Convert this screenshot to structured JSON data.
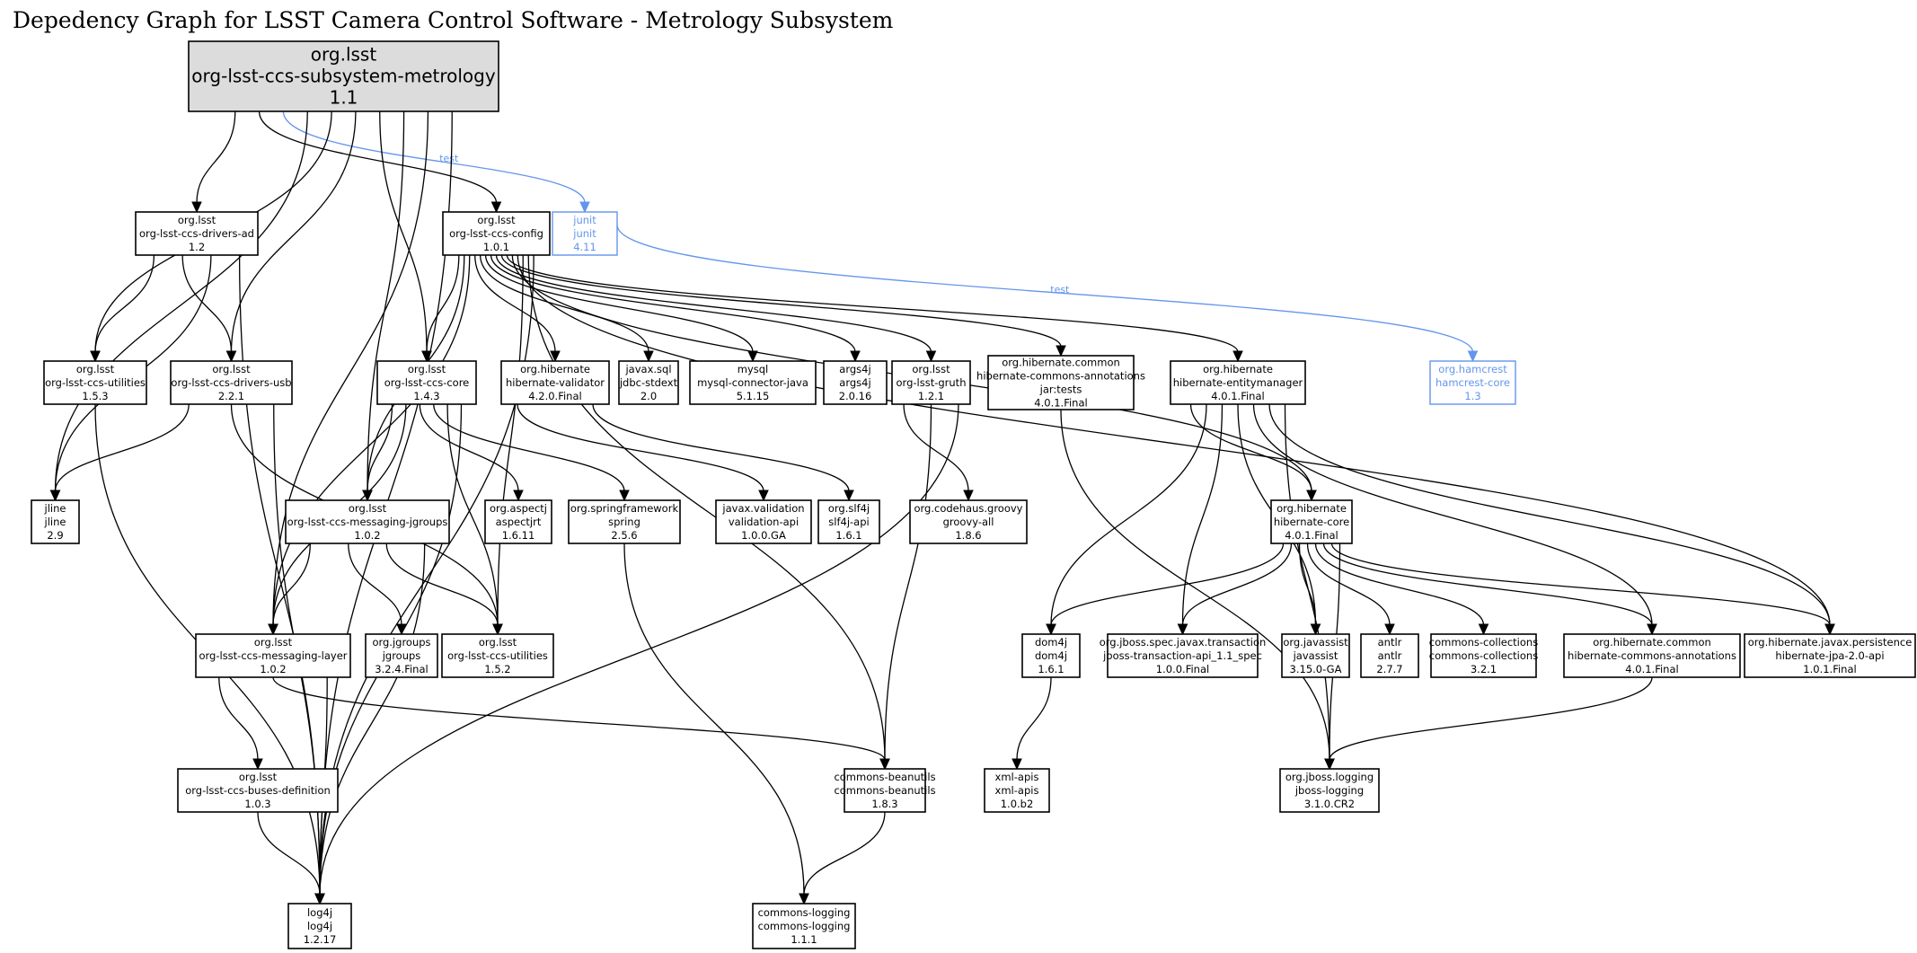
{
  "title": "Depedency Graph for LSST Camera Control Software - Metrology Subsystem",
  "colors": {
    "test_edge": "#6495ed",
    "root_fill": "#dcdcdc",
    "node_stroke": "#000000"
  },
  "nodes": [
    {
      "id": "root",
      "group": "org.lsst",
      "artifact": "org-lsst-ccs-subsystem-metrology",
      "version": "1.1",
      "kind": "root"
    },
    {
      "id": "drivers-ad",
      "group": "org.lsst",
      "artifact": "org-lsst-ccs-drivers-ad",
      "version": "1.2"
    },
    {
      "id": "config",
      "group": "org.lsst",
      "artifact": "org-lsst-ccs-config",
      "version": "1.0.1"
    },
    {
      "id": "junit",
      "group": "junit",
      "artifact": "junit",
      "version": "4.11",
      "kind": "test"
    },
    {
      "id": "utilities-153",
      "group": "org.lsst",
      "artifact": "org-lsst-ccs-utilities",
      "version": "1.5.3"
    },
    {
      "id": "drivers-usb",
      "group": "org.lsst",
      "artifact": "org-lsst-ccs-drivers-usb",
      "version": "2.2.1"
    },
    {
      "id": "core",
      "group": "org.lsst",
      "artifact": "org-lsst-ccs-core",
      "version": "1.4.3"
    },
    {
      "id": "hib-validator",
      "group": "org.hibernate",
      "artifact": "hibernate-validator",
      "version": "4.2.0.Final"
    },
    {
      "id": "jdbc",
      "group": "javax.sql",
      "artifact": "jdbc-stdext",
      "version": "2.0"
    },
    {
      "id": "mysql",
      "group": "mysql",
      "artifact": "mysql-connector-java",
      "version": "5.1.15"
    },
    {
      "id": "args4j",
      "group": "args4j",
      "artifact": "args4j",
      "version": "2.0.16"
    },
    {
      "id": "gruth",
      "group": "org.lsst",
      "artifact": "org-lsst-gruth",
      "version": "1.2.1"
    },
    {
      "id": "hca-tests",
      "group": "org.hibernate.common",
      "artifact": "hibernate-commons-annotations",
      "classifier": "jar:tests",
      "version": "4.0.1.Final"
    },
    {
      "id": "entitymanager",
      "group": "org.hibernate",
      "artifact": "hibernate-entitymanager",
      "version": "4.0.1.Final"
    },
    {
      "id": "hamcrest",
      "group": "org.hamcrest",
      "artifact": "hamcrest-core",
      "version": "1.3",
      "kind": "test"
    },
    {
      "id": "jline",
      "group": "jline",
      "artifact": "jline",
      "version": "2.9"
    },
    {
      "id": "jgroups-msg",
      "group": "org.lsst",
      "artifact": "org-lsst-ccs-messaging-jgroups",
      "version": "1.0.2"
    },
    {
      "id": "aspectj",
      "group": "org.aspectj",
      "artifact": "aspectjrt",
      "version": "1.6.11"
    },
    {
      "id": "spring",
      "group": "org.springframework",
      "artifact": "spring",
      "version": "2.5.6"
    },
    {
      "id": "validation",
      "group": "javax.validation",
      "artifact": "validation-api",
      "version": "1.0.0.GA"
    },
    {
      "id": "slf4j",
      "group": "org.slf4j",
      "artifact": "slf4j-api",
      "version": "1.6.1"
    },
    {
      "id": "groovy",
      "group": "org.codehaus.groovy",
      "artifact": "groovy-all",
      "version": "1.8.6"
    },
    {
      "id": "hib-core",
      "group": "org.hibernate",
      "artifact": "hibernate-core",
      "version": "4.0.1.Final"
    },
    {
      "id": "msg-layer",
      "group": "org.lsst",
      "artifact": "org-lsst-ccs-messaging-layer",
      "version": "1.0.2"
    },
    {
      "id": "jgroups",
      "group": "org.jgroups",
      "artifact": "jgroups",
      "version": "3.2.4.Final"
    },
    {
      "id": "utilities-152",
      "group": "org.lsst",
      "artifact": "org-lsst-ccs-utilities",
      "version": "1.5.2"
    },
    {
      "id": "dom4j",
      "group": "dom4j",
      "artifact": "dom4j",
      "version": "1.6.1"
    },
    {
      "id": "jta",
      "group": "org.jboss.spec.javax.transaction",
      "artifact": "jboss-transaction-api_1.1_spec",
      "version": "1.0.0.Final"
    },
    {
      "id": "javassist",
      "group": "org.javassist",
      "artifact": "javassist",
      "version": "3.15.0-GA"
    },
    {
      "id": "antlr",
      "group": "antlr",
      "artifact": "antlr",
      "version": "2.7.7"
    },
    {
      "id": "collections",
      "group": "commons-collections",
      "artifact": "commons-collections",
      "version": "3.2.1"
    },
    {
      "id": "hca",
      "group": "org.hibernate.common",
      "artifact": "hibernate-commons-annotations",
      "version": "4.0.1.Final"
    },
    {
      "id": "jpa",
      "group": "org.hibernate.javax.persistence",
      "artifact": "hibernate-jpa-2.0-api",
      "version": "1.0.1.Final"
    },
    {
      "id": "buses",
      "group": "org.lsst",
      "artifact": "org-lsst-ccs-buses-definition",
      "version": "1.0.3"
    },
    {
      "id": "beanutils",
      "group": "commons-beanutils",
      "artifact": "commons-beanutils",
      "version": "1.8.3"
    },
    {
      "id": "xml-apis",
      "group": "xml-apis",
      "artifact": "xml-apis",
      "version": "1.0.b2"
    },
    {
      "id": "jboss-logging",
      "group": "org.jboss.logging",
      "artifact": "jboss-logging",
      "version": "3.1.0.CR2"
    },
    {
      "id": "log4j",
      "group": "log4j",
      "artifact": "log4j",
      "version": "1.2.17"
    },
    {
      "id": "commons-logging",
      "group": "commons-logging",
      "artifact": "commons-logging",
      "version": "1.1.1"
    }
  ],
  "edges": [
    {
      "from": "root",
      "to": "drivers-ad"
    },
    {
      "from": "root",
      "to": "config"
    },
    {
      "from": "root",
      "to": "junit",
      "label": "test",
      "kind": "test"
    },
    {
      "from": "root",
      "to": "jline"
    },
    {
      "from": "root",
      "to": "utilities-153"
    },
    {
      "from": "root",
      "to": "drivers-usb"
    },
    {
      "from": "root",
      "to": "core"
    },
    {
      "from": "root",
      "to": "jgroups-msg"
    },
    {
      "from": "root",
      "to": "msg-layer"
    },
    {
      "from": "root",
      "to": "log4j"
    },
    {
      "from": "junit",
      "to": "hamcrest",
      "label": "test",
      "kind": "test"
    },
    {
      "from": "drivers-ad",
      "to": "utilities-153"
    },
    {
      "from": "drivers-ad",
      "to": "drivers-usb"
    },
    {
      "from": "drivers-ad",
      "to": "jline"
    },
    {
      "from": "drivers-ad",
      "to": "log4j"
    },
    {
      "from": "config",
      "to": "core"
    },
    {
      "from": "config",
      "to": "jgroups-msg"
    },
    {
      "from": "config",
      "to": "msg-layer"
    },
    {
      "from": "config",
      "to": "hib-validator"
    },
    {
      "from": "config",
      "to": "jdbc"
    },
    {
      "from": "config",
      "to": "mysql"
    },
    {
      "from": "config",
      "to": "args4j"
    },
    {
      "from": "config",
      "to": "gruth"
    },
    {
      "from": "config",
      "to": "hca-tests"
    },
    {
      "from": "config",
      "to": "entitymanager"
    },
    {
      "from": "config",
      "to": "hib-core"
    },
    {
      "from": "config",
      "to": "jpa"
    },
    {
      "from": "config",
      "to": "utilities-152"
    },
    {
      "from": "config",
      "to": "beanutils"
    },
    {
      "from": "config",
      "to": "log4j"
    },
    {
      "from": "utilities-153",
      "to": "log4j"
    },
    {
      "from": "drivers-usb",
      "to": "jline"
    },
    {
      "from": "drivers-usb",
      "to": "utilities-152"
    },
    {
      "from": "drivers-usb",
      "to": "log4j"
    },
    {
      "from": "core",
      "to": "jgroups-msg"
    },
    {
      "from": "core",
      "to": "msg-layer"
    },
    {
      "from": "core",
      "to": "aspectj"
    },
    {
      "from": "core",
      "to": "spring"
    },
    {
      "from": "core",
      "to": "utilities-152"
    },
    {
      "from": "core",
      "to": "log4j"
    },
    {
      "from": "hib-validator",
      "to": "validation"
    },
    {
      "from": "hib-validator",
      "to": "slf4j"
    },
    {
      "from": "gruth",
      "to": "groovy"
    },
    {
      "from": "gruth",
      "to": "beanutils"
    },
    {
      "from": "gruth",
      "to": "log4j"
    },
    {
      "from": "hca-tests",
      "to": "jboss-logging"
    },
    {
      "from": "entitymanager",
      "to": "hib-core"
    },
    {
      "from": "entitymanager",
      "to": "dom4j"
    },
    {
      "from": "entitymanager",
      "to": "jta"
    },
    {
      "from": "entitymanager",
      "to": "javassist"
    },
    {
      "from": "entitymanager",
      "to": "hca"
    },
    {
      "from": "entitymanager",
      "to": "jpa"
    },
    {
      "from": "entitymanager",
      "to": "jboss-logging"
    },
    {
      "from": "jgroups-msg",
      "to": "msg-layer"
    },
    {
      "from": "jgroups-msg",
      "to": "jgroups"
    },
    {
      "from": "jgroups-msg",
      "to": "utilities-152"
    },
    {
      "from": "jgroups-msg",
      "to": "log4j"
    },
    {
      "from": "spring",
      "to": "commons-logging"
    },
    {
      "from": "hib-core",
      "to": "dom4j"
    },
    {
      "from": "hib-core",
      "to": "jta"
    },
    {
      "from": "hib-core",
      "to": "javassist"
    },
    {
      "from": "hib-core",
      "to": "antlr"
    },
    {
      "from": "hib-core",
      "to": "collections"
    },
    {
      "from": "hib-core",
      "to": "hca"
    },
    {
      "from": "hib-core",
      "to": "jpa"
    },
    {
      "from": "hib-core",
      "to": "jboss-logging"
    },
    {
      "from": "msg-layer",
      "to": "buses"
    },
    {
      "from": "msg-layer",
      "to": "beanutils"
    },
    {
      "from": "msg-layer",
      "to": "log4j"
    },
    {
      "from": "buses",
      "to": "log4j"
    },
    {
      "from": "dom4j",
      "to": "xml-apis"
    },
    {
      "from": "hca",
      "to": "jboss-logging"
    },
    {
      "from": "beanutils",
      "to": "commons-logging"
    }
  ]
}
